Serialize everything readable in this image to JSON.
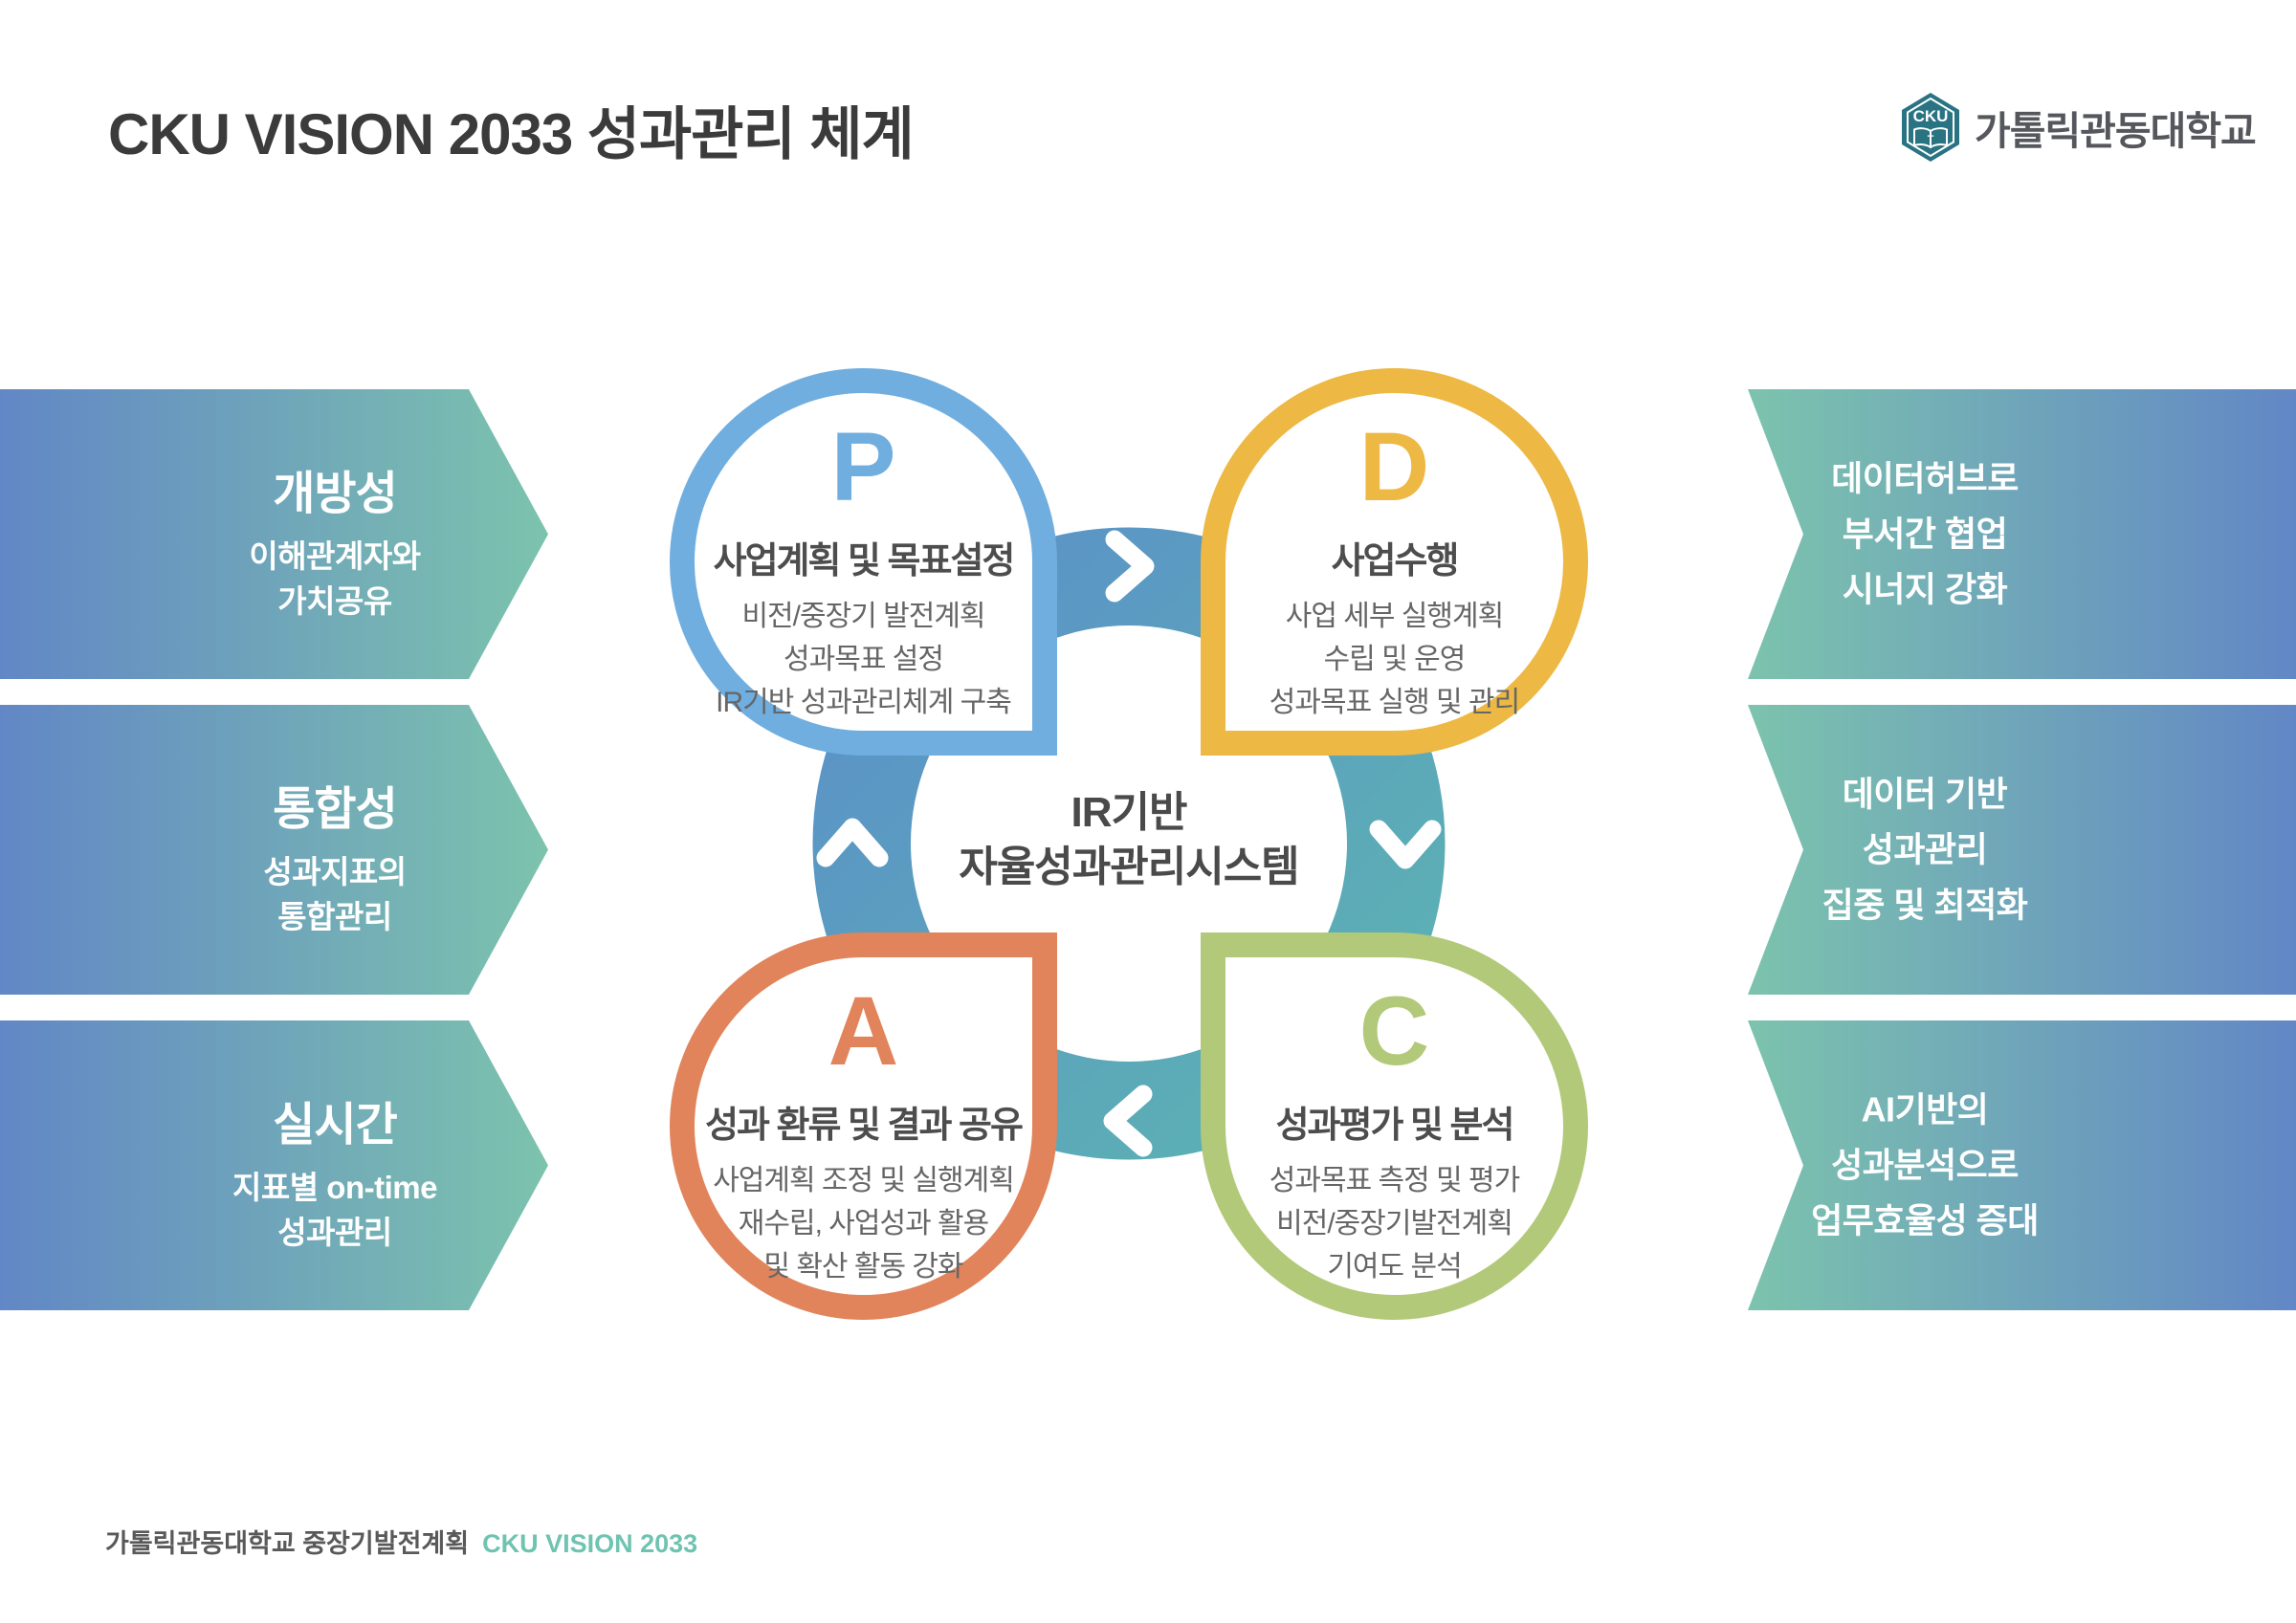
{
  "page": {
    "title": "CKU VISION 2033 성과관리 체계"
  },
  "logo": {
    "badge_text": "CKU",
    "badge_letter": "T",
    "university": "가톨릭관동대학교"
  },
  "left_banners": [
    {
      "title": "개방성",
      "lines": [
        "이해관계자와",
        "가치공유"
      ]
    },
    {
      "title": "통합성",
      "lines": [
        "성과지표의",
        "통합관리"
      ]
    },
    {
      "title": "실시간",
      "lines": [
        "지표별 on-time",
        "성과관리"
      ]
    }
  ],
  "right_banners": [
    {
      "lines": [
        "데이터허브로",
        "부서간 협업",
        "시너지 강화"
      ]
    },
    {
      "lines": [
        "데이터 기반",
        "성과관리",
        "집중 및 최적화"
      ]
    },
    {
      "lines": [
        "AI기반의",
        "성과분석으로",
        "업무효율성 증대"
      ]
    }
  ],
  "cycle": {
    "center": {
      "lines": [
        "IR기반",
        "자율성과관리시스템"
      ]
    },
    "petals": [
      {
        "id": "plan",
        "letter": "P",
        "heading": "사업계획 및 목표설정",
        "lines": [
          "비전/중장기 발전계획",
          "성과목표 설정",
          "IR기반 성과관리체계 구축"
        ],
        "color": "#70AEDF"
      },
      {
        "id": "do",
        "letter": "D",
        "heading": "사업수행",
        "lines": [
          "사업 세부 실행계획",
          "수립 및 운영",
          "성과목표 실행 및 관리"
        ],
        "color": "#EDB843"
      },
      {
        "id": "act",
        "letter": "A",
        "heading": "성과 환류 및 결과 공유",
        "lines": [
          "사업계획 조정 및 실행계획",
          "재수립, 사업성과 활용",
          "및 확산 활동 강화"
        ],
        "color": "#E1845B"
      },
      {
        "id": "check",
        "letter": "C",
        "heading": "성과평가 및 분석",
        "lines": [
          "성과목표 측정 및 평가",
          "비전/중장기발전계획",
          "기여도 분석"
        ],
        "color": "#B2C979"
      }
    ]
  },
  "footer": {
    "text": "가톨릭관동대학교 중장기발전계획",
    "highlight": "CKU VISION 2033"
  },
  "colors": {
    "plan_blue": "#70AEDF",
    "do_yellow": "#EDB843",
    "act_orange": "#E1845B",
    "check_green": "#B2C979",
    "ring_blue": "#5B90C8",
    "ring_teal": "#5CB4B2",
    "banner_blue": "#6287C6",
    "banner_teal": "#7CC3AD",
    "logo_teal": "#2A7383",
    "accent_teal": "#6FC3B1",
    "text_dark": "#3B3B3C"
  }
}
